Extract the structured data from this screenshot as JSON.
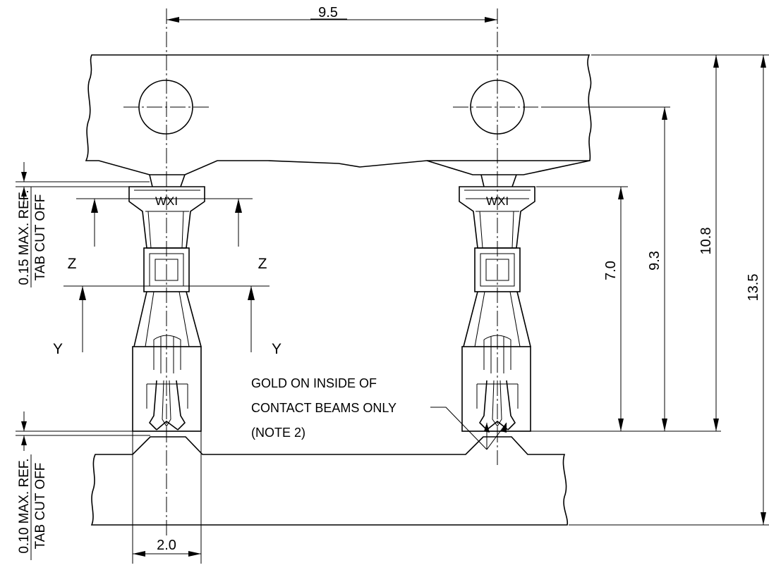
{
  "dimensions": {
    "pitch": "9.5",
    "height_10_8": "10.8",
    "height_9_3": "9.3",
    "height_13_5": "13.5",
    "height_7_0": "7.0",
    "width_2_0": "2.0"
  },
  "notes": {
    "tab_top_line1": "0.15 MAX. REF.",
    "tab_top_line2": "TAB CUT OFF",
    "tab_bottom_line1": "0.10 MAX. REF.",
    "tab_bottom_line2": "TAB CUT OFF",
    "gold_line1": "GOLD ON INSIDE OF",
    "gold_line2": "CONTACT BEAMS ONLY",
    "gold_line3": "(NOTE 2)"
  },
  "section_labels": {
    "z_left": "Z",
    "z_right": "Z",
    "y_left": "Y",
    "y_right": "Y"
  },
  "marking": "WXI"
}
